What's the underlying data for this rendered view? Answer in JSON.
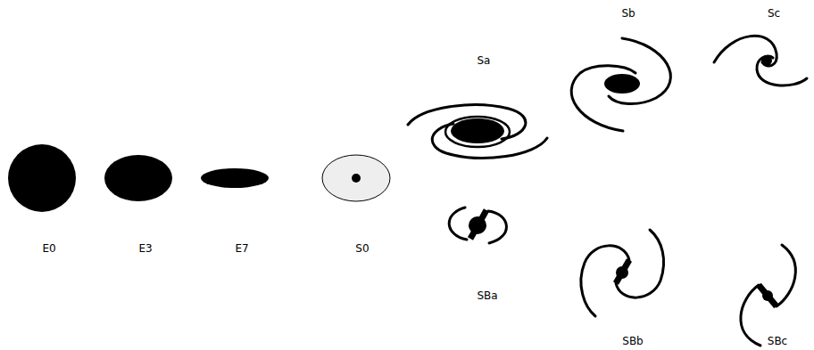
{
  "diagram": {
    "labels": [
      "E0",
      "E3",
      "E7",
      "S0",
      "Sa",
      "Sb",
      "Sc",
      "SBa",
      "SBb",
      "SBc"
    ]
  }
}
